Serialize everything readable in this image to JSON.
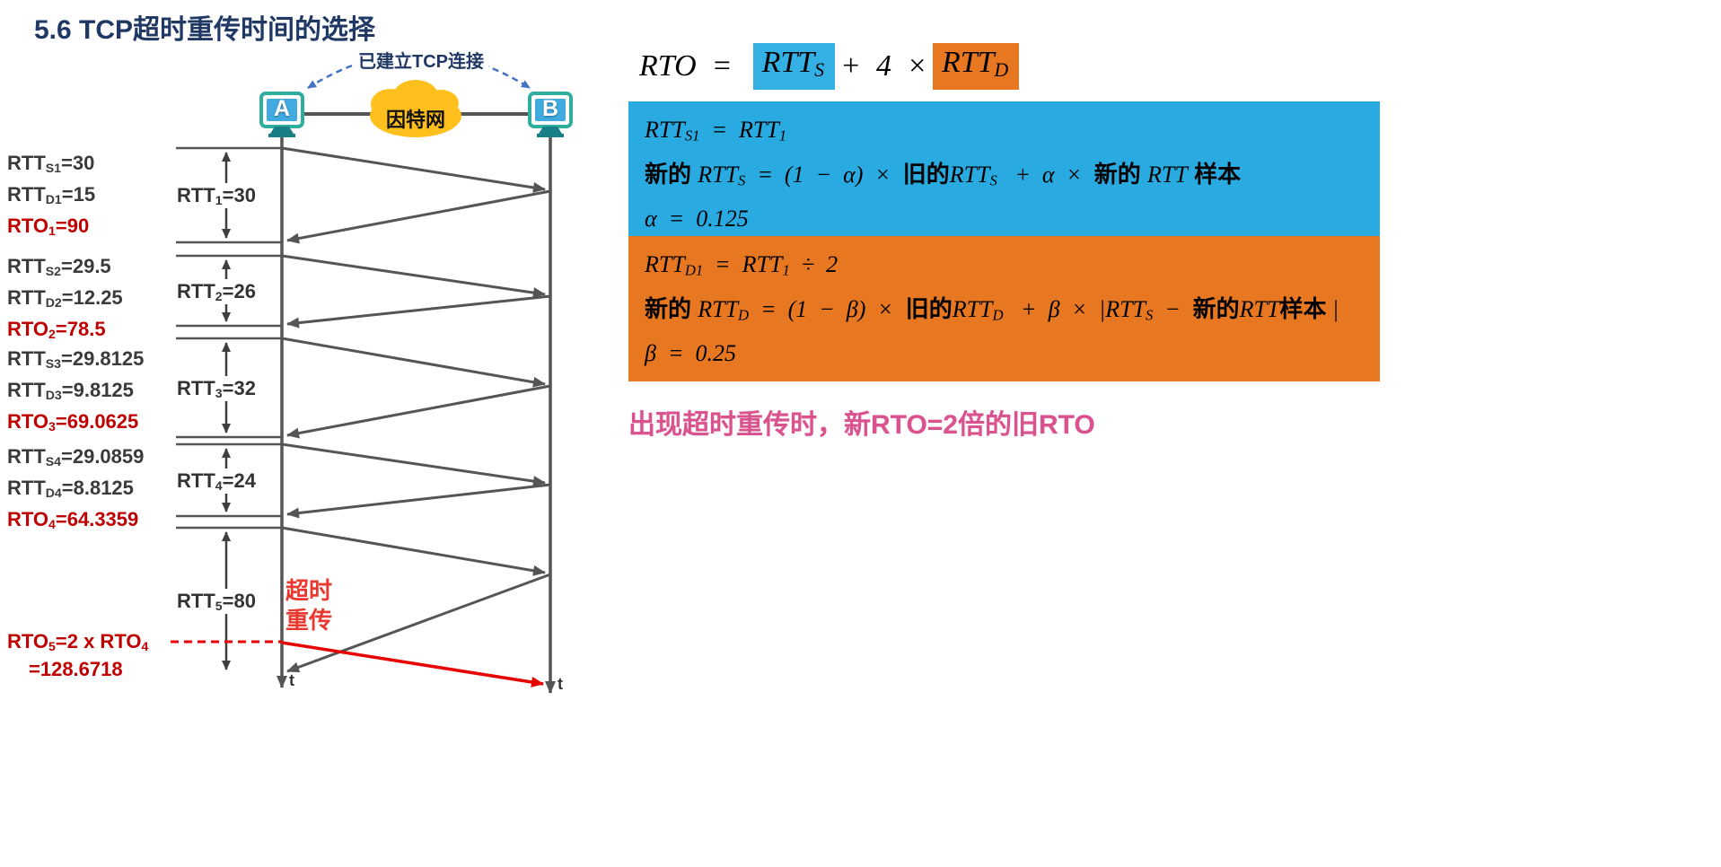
{
  "title": "5.6 TCP超时重传时间的选择",
  "colors": {
    "title_blue": "#203864",
    "cyan_box": "#29abe2",
    "orange_box": "#e87722",
    "rto_red": "#c00000",
    "retransmit_red": "#e60000",
    "note_pink": "#d9548e",
    "host_border_teal": "#2fae9e",
    "cloud_yellow": "#ffc01e",
    "arc_blue": "#4472c4",
    "timeline_gray": "#555555"
  },
  "diagram": {
    "connection_label": "已建立TCP连接",
    "host_a_label": "A",
    "host_b_label": "B",
    "internet_label": "因特网",
    "timeout_line1": "超时",
    "timeout_line2": "重传",
    "time_axis_a": "t",
    "time_axis_b": "t",
    "metrics": [
      {
        "rtts": [
          {
            "t": "RTT"
          },
          {
            "t": "S1",
            "sub": true
          },
          {
            "t": "=30"
          }
        ],
        "rttd": [
          {
            "t": "RTT"
          },
          {
            "t": "D1",
            "sub": true
          },
          {
            "t": "=15"
          }
        ],
        "rto": [
          {
            "t": "RTO"
          },
          {
            "t": "1",
            "sub": true
          },
          {
            "t": "=90"
          }
        ]
      },
      {
        "rtts": [
          {
            "t": "RTT"
          },
          {
            "t": "S2",
            "sub": true
          },
          {
            "t": "=29.5"
          }
        ],
        "rttd": [
          {
            "t": "RTT"
          },
          {
            "t": "D2",
            "sub": true
          },
          {
            "t": "=12.25"
          }
        ],
        "rto": [
          {
            "t": "RTO"
          },
          {
            "t": "2",
            "sub": true
          },
          {
            "t": "=78.5"
          }
        ]
      },
      {
        "rtts": [
          {
            "t": "RTT"
          },
          {
            "t": "S3",
            "sub": true
          },
          {
            "t": "=29.8125"
          }
        ],
        "rttd": [
          {
            "t": "RTT"
          },
          {
            "t": "D3",
            "sub": true
          },
          {
            "t": "=9.8125"
          }
        ],
        "rto": [
          {
            "t": "RTO"
          },
          {
            "t": "3",
            "sub": true
          },
          {
            "t": "=69.0625"
          }
        ]
      },
      {
        "rtts": [
          {
            "t": "RTT"
          },
          {
            "t": "S4",
            "sub": true
          },
          {
            "t": "=29.0859"
          }
        ],
        "rttd": [
          {
            "t": "RTT"
          },
          {
            "t": "D4",
            "sub": true
          },
          {
            "t": "=8.8125"
          }
        ],
        "rto": [
          {
            "t": "RTO"
          },
          {
            "t": "4",
            "sub": true
          },
          {
            "t": "=64.3359"
          }
        ]
      }
    ],
    "rtt_intervals": [
      [
        {
          "t": "RTT"
        },
        {
          "t": "1",
          "sub": true
        },
        {
          "t": "=30"
        }
      ],
      [
        {
          "t": "RTT"
        },
        {
          "t": "2",
          "sub": true
        },
        {
          "t": "=26"
        }
      ],
      [
        {
          "t": "RTT"
        },
        {
          "t": "3",
          "sub": true
        },
        {
          "t": "=32"
        }
      ],
      [
        {
          "t": "RTT"
        },
        {
          "t": "4",
          "sub": true
        },
        {
          "t": "=24"
        }
      ],
      [
        {
          "t": "RTT"
        },
        {
          "t": "5",
          "sub": true
        },
        {
          "t": "=80"
        }
      ]
    ],
    "rto5_line1": [
      {
        "t": "RTO"
      },
      {
        "t": "5",
        "sub": true
      },
      {
        "t": "=2 x RTO"
      },
      {
        "t": "4",
        "sub": true
      }
    ],
    "rto5_line2": [
      {
        "t": "=128.6718"
      }
    ]
  },
  "formulas": {
    "main": {
      "prefix": [
        {
          "t": "RTO"
        },
        {
          "t": "  =  "
        }
      ],
      "rtts": [
        {
          "t": "RTT"
        },
        {
          "t": "S",
          "sub": true
        }
      ],
      "middle": [
        {
          "t": "+  4  ×"
        }
      ],
      "rttd": [
        {
          "t": "RTT"
        },
        {
          "t": "D",
          "sub": true
        }
      ]
    },
    "blue_box": {
      "line1": [
        {
          "t": "RTT"
        },
        {
          "t": "S1",
          "sub": true
        },
        {
          "t": "  =  RTT"
        },
        {
          "t": "1",
          "sub": true
        }
      ],
      "line2": [
        {
          "t": "新的 ",
          "cjk": true
        },
        {
          "t": "RTT"
        },
        {
          "t": "S",
          "sub": true
        },
        {
          "t": "  =  (1  −  α)  × "
        },
        {
          "t": " 旧的",
          "cjk": true
        },
        {
          "t": "RTT"
        },
        {
          "t": "S",
          "sub": true
        },
        {
          "t": "   +  α  × "
        },
        {
          "t": " 新的 ",
          "cjk": true
        },
        {
          "t": "RTT"
        },
        {
          "t": " 样本",
          "cjk": true
        }
      ],
      "line3": [
        {
          "t": "α  =  0.125"
        }
      ]
    },
    "orange_box": {
      "line1": [
        {
          "t": "RTT"
        },
        {
          "t": "D1",
          "sub": true
        },
        {
          "t": "  =  RTT"
        },
        {
          "t": "1",
          "sub": true
        },
        {
          "t": "  ÷  2"
        }
      ],
      "line2": [
        {
          "t": "新的 ",
          "cjk": true
        },
        {
          "t": "RTT"
        },
        {
          "t": "D",
          "sub": true
        },
        {
          "t": "  =  (1  −  β)  × "
        },
        {
          "t": " 旧的",
          "cjk": true
        },
        {
          "t": "RTT"
        },
        {
          "t": "D",
          "sub": true
        },
        {
          "t": "   +  β  ×  |"
        },
        {
          "t": "RTT"
        },
        {
          "t": "S",
          "sub": true
        },
        {
          "t": "  − "
        },
        {
          "t": " 新的",
          "cjk": true
        },
        {
          "t": "RTT"
        },
        {
          "t": "样本",
          "cjk": true
        },
        {
          "t": " |"
        }
      ],
      "line3": [
        {
          "t": "β  =  0.25"
        }
      ]
    },
    "note": "出现超时重传时，新RTO=2倍的旧RTO"
  }
}
